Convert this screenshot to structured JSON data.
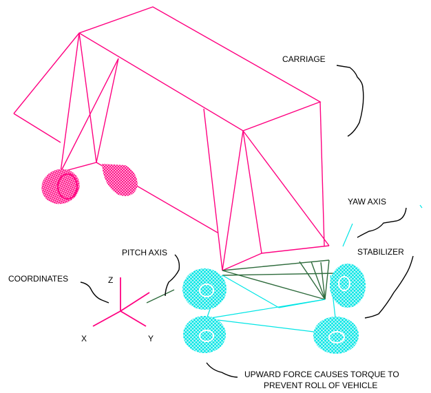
{
  "labels": {
    "carriage": "CARRIAGE",
    "yaw_axis": "YAW AXIS",
    "pitch_axis": "PITCH AXIS",
    "stabilizer": "STABILIZER",
    "coordinates": "COORDINATES",
    "axis_z": "Z",
    "axis_x": "X",
    "axis_y": "Y",
    "force_line1": "UPWARD FORCE CAUSES TORQUE TO",
    "force_line2": "PREVENT ROLL OF VEHICLE"
  },
  "colors": {
    "carriage": "#ff0080",
    "stabilizer_wheels": "#00e5e5",
    "stabilizer_links": "#2e6b3c",
    "leaders": "#000000"
  }
}
